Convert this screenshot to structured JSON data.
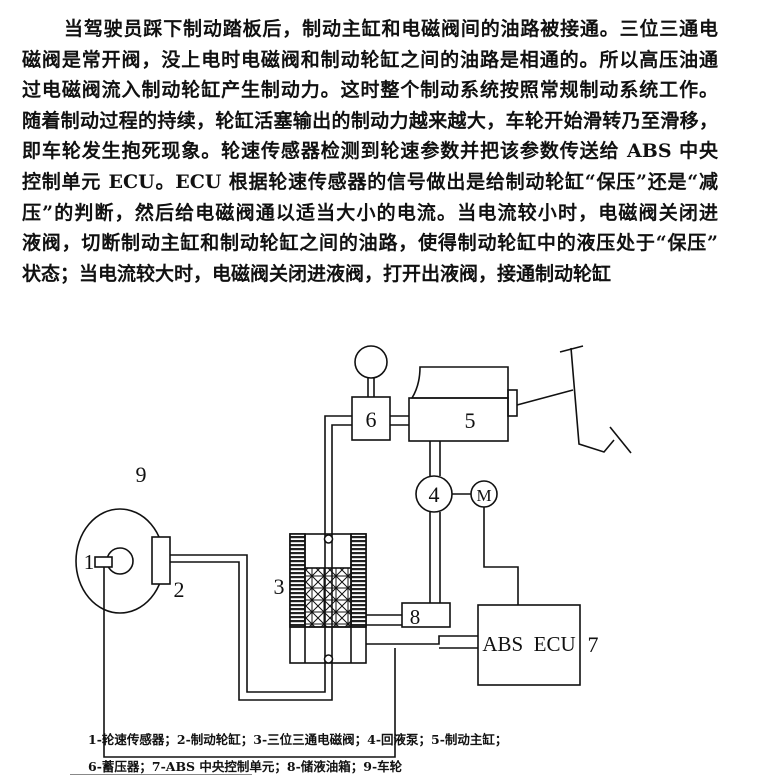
{
  "paragraph": {
    "lines": [
      "当驾驶员踩下制动踏板后，制动主缸和电磁阀间的油路被接通。三位三通电",
      "磁阀是常开阀，没上电时电磁阀和制动轮缸之间的油路是相通的。所以高压油通",
      "过电磁阀流入制动轮缸产生制动力。这时整个制动系统按照常规制动系统工作。",
      "随着制动过程的持续，轮缸活塞输出的制动力越来越大，车轮开始滑转乃至滑移，",
      "即车轮发生抱死现象。轮速传感器检测到轮速参数并把该参数传送给 ABS 中央",
      "控制单元 ECU。ECU 根据轮速传感器的信号做出是给制动轮缸“保压”还是“减",
      "压”的判断，然后给电磁阀通以适当大小的电流。当电流较小时，电磁阀关闭进",
      "液阀，切断制动主缸和制动轮缸之间的油路，使得制动轮缸中的液压处于“保压”",
      "状态；当电流较大时，电磁阀关闭进液阀，打开出液阀，接通制动轮缸"
    ]
  },
  "diagram": {
    "labels": {
      "wheel": "9",
      "sensor": "1",
      "wheel_cylinder": "2",
      "solenoid": "3",
      "pump": "4",
      "master_cylinder": "5",
      "accumulator": "6",
      "ecu_number": "7",
      "reservoir": "8",
      "motor": "M",
      "ecu": "ABS  ECU"
    }
  },
  "caption": {
    "line1": "1-轮速传感器；2-制动轮缸；3-三位三通电磁阀；4-回液泵；5-制动主缸；",
    "line2": "6-蓄压器；7-ABS 中央控制单元；8-储液油箱；9-车轮"
  }
}
